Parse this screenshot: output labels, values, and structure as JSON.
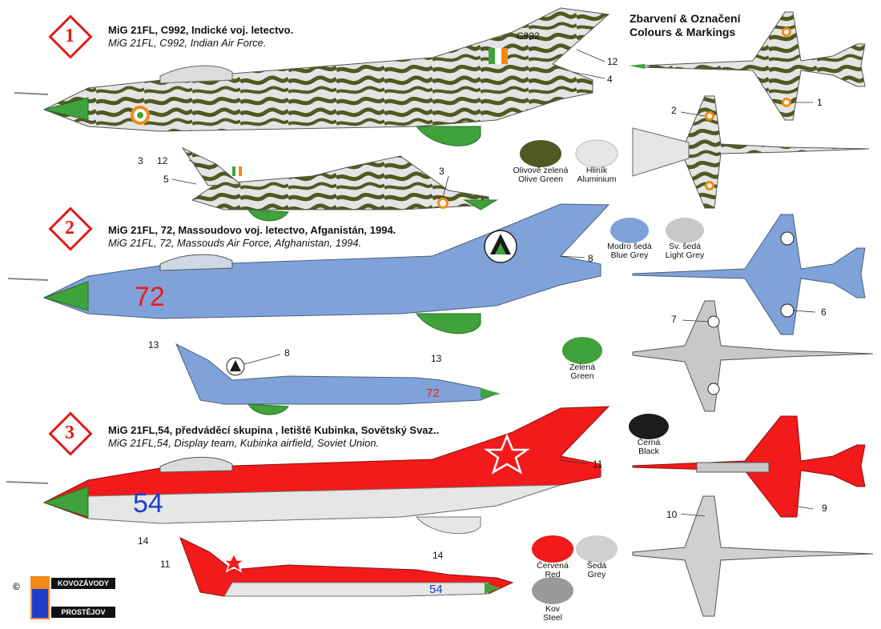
{
  "heading": {
    "line1": "Zbarvení & Označení",
    "line2": "Colours & Markings"
  },
  "schemes": [
    {
      "number": "1",
      "title_cz": "MiG 21FL, C992, Indické voj. letectvo.",
      "title_en": "MiG 21FL, C992, Indian Air Force.",
      "serial": "C992"
    },
    {
      "number": "2",
      "title_cz": "MiG 21FL, 72, Massoudovo voj. letectvo, Afganistán, 1994.",
      "title_en": "MiG 21FL, 72, Massouds Air Force, Afghanistan, 1994.",
      "code_main": "72",
      "code_small": "72"
    },
    {
      "number": "3",
      "title_cz": "MiG 21FL,54, předváděcí skupina , letiště Kubinka, Sovětský Svaz..",
      "title_en": "MiG 21FL,54, Display team, Kubinka airfield, Soviet Union.",
      "code_main": "54",
      "code_small": "54"
    }
  ],
  "swatches": [
    {
      "cz": "Olivově zelená",
      "en": "Olive  Green",
      "color": "#4f5a22"
    },
    {
      "cz": "Hliník",
      "en": "Aluminium",
      "color": "#e6e6e6"
    },
    {
      "cz": "Modro šedá",
      "en": "Blue Grey",
      "color": "#7fa3d8"
    },
    {
      "cz": "Sv. šedá",
      "en": "Light Grey",
      "color": "#c8c8c8"
    },
    {
      "cz": "Zelená",
      "en": "Green",
      "color": "#3fa23a"
    },
    {
      "cz": "Černá",
      "en": "Black",
      "color": "#1c1c1c"
    },
    {
      "cz": "Červená",
      "en": "Red",
      "color": "#f21a1a"
    },
    {
      "cz": "Šedá",
      "en": "Grey",
      "color": "#d0d0d0"
    },
    {
      "cz": "Kov",
      "en": "Steel",
      "color": "#9a9a9a"
    }
  ],
  "callouts": {
    "c1": "1",
    "c2": "2",
    "c3a": "3",
    "c3b": "3",
    "c4": "4",
    "c5": "5",
    "c6": "6",
    "c7": "7",
    "c8a": "8",
    "c8b": "8",
    "c9": "9",
    "c10": "10",
    "c11a": "11",
    "c11b": "11",
    "c12a": "12",
    "c12b": "12",
    "c13a": "13",
    "c13b": "13",
    "c14a": "14",
    "c14b": "14"
  },
  "logo": {
    "line1": "KOVOZÁVODY",
    "line2": "PROSTĚJOV",
    "mark": "©"
  }
}
